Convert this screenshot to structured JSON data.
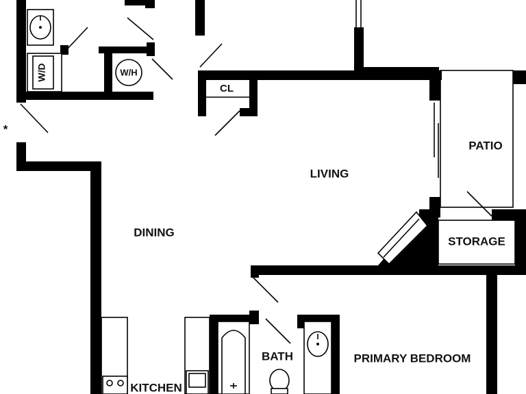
{
  "plan": {
    "rooms": {
      "living": "LIVING",
      "dining": "DINING",
      "patio": "PATIO",
      "storage": "STORAGE",
      "bath": "BATH",
      "primary_bedroom": "PRIMARY BEDROOM",
      "kitchen": "KITCHEN"
    },
    "fixtures": {
      "closet": "CL",
      "water_heater": "W/H",
      "washer_dryer": "W/D"
    },
    "entry_marker": "*"
  }
}
